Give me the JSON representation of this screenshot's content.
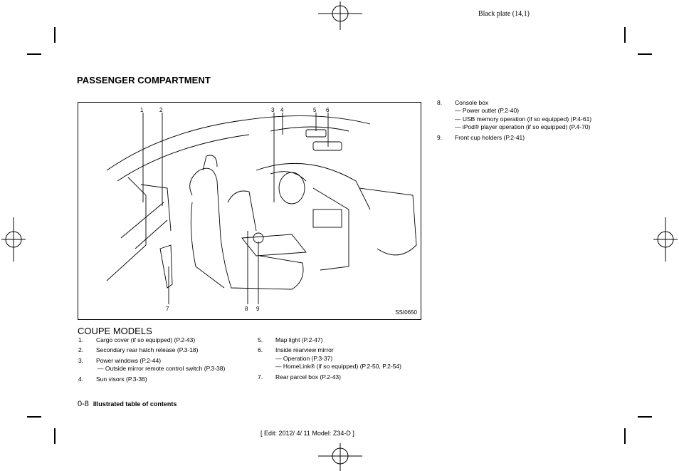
{
  "header": {
    "plate": "Black plate (14,1)"
  },
  "section_title": "PASSENGER COMPARTMENT",
  "figure": {
    "id": "SSI0650",
    "callouts": [
      "1",
      "2",
      "3",
      "4",
      "5",
      "6",
      "7",
      "8",
      "9"
    ]
  },
  "subheading": "COUPE MODELS",
  "list_left": [
    {
      "num": "1.",
      "text": "Cargo cover (if so equipped) (P.2-43)",
      "subs": []
    },
    {
      "num": "2.",
      "text": "Secondary rear hatch release (P.3-18)",
      "subs": []
    },
    {
      "num": "3.",
      "text": "Power windows (P.2-44)",
      "subs": [
        "— Outside mirror remote control switch (P.3-38)"
      ]
    },
    {
      "num": "4.",
      "text": "Sun visors (P.3-36)",
      "subs": []
    }
  ],
  "list_mid": [
    {
      "num": "5.",
      "text": "Map light (P.2-47)",
      "subs": []
    },
    {
      "num": "6.",
      "text": "Inside rearview mirror",
      "subs": [
        "— Operation (P.3-37)",
        "— HomeLink® (if so equipped) (P.2-50, P.2-54)"
      ]
    },
    {
      "num": "7.",
      "text": "Rear parcel box (P.2-43)",
      "subs": []
    }
  ],
  "list_right": [
    {
      "num": "8.",
      "text": "Console box",
      "subs": [
        "— Power outlet (P.2-40)",
        "— USB memory operation (if so equipped) (P.4-61)",
        "— iPod® player operation (if so equipped) (P.4-70)"
      ]
    },
    {
      "num": "9.",
      "text": "Front cup holders (P.2-41)",
      "subs": []
    }
  ],
  "footer": {
    "page_number": "0-8",
    "page_title": "Illustrated table of contents",
    "edit_info": "[ Edit: 2012/ 4/ 11   Model: Z34-D ]"
  }
}
